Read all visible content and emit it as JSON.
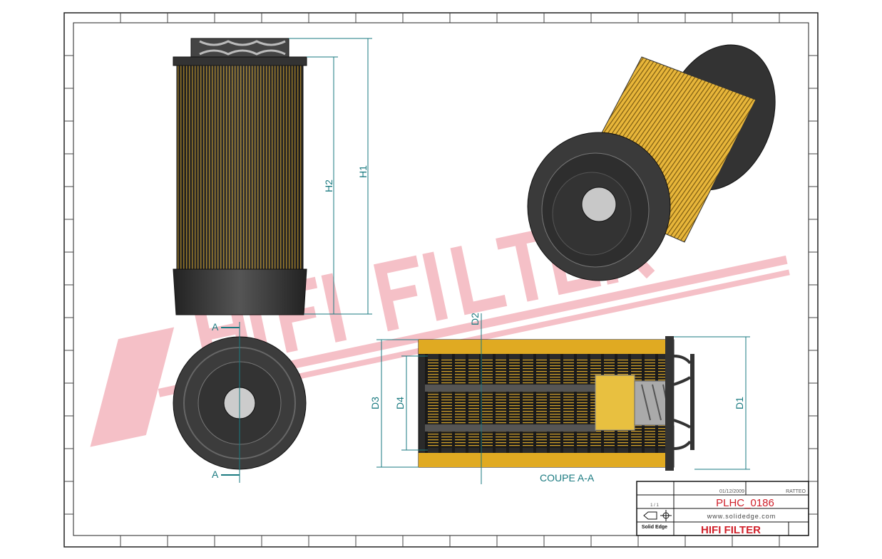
{
  "dimensions": {
    "h1": "H1",
    "h2": "H2",
    "d1": "D1",
    "d2": "D2",
    "d3": "D3",
    "d4": "D4"
  },
  "section_marker": "A",
  "section_caption": "COUPE A-A",
  "watermark": {
    "text": "HIFI FILTER",
    "registered": "®",
    "color": "#f4b6be"
  },
  "title_block": {
    "date": "01/12/2009",
    "drawn_by": "RATTEO",
    "scale": "1 / 1",
    "part_number": "PLHC_0186",
    "website": "www.solidedge.com",
    "software": "Solid Edge",
    "company": "HIFI FILTER",
    "accent_color": "#d0202a"
  },
  "colors": {
    "media": "#e0aa22",
    "body": "#3a3a3a",
    "dimension": "#1a7a80"
  }
}
